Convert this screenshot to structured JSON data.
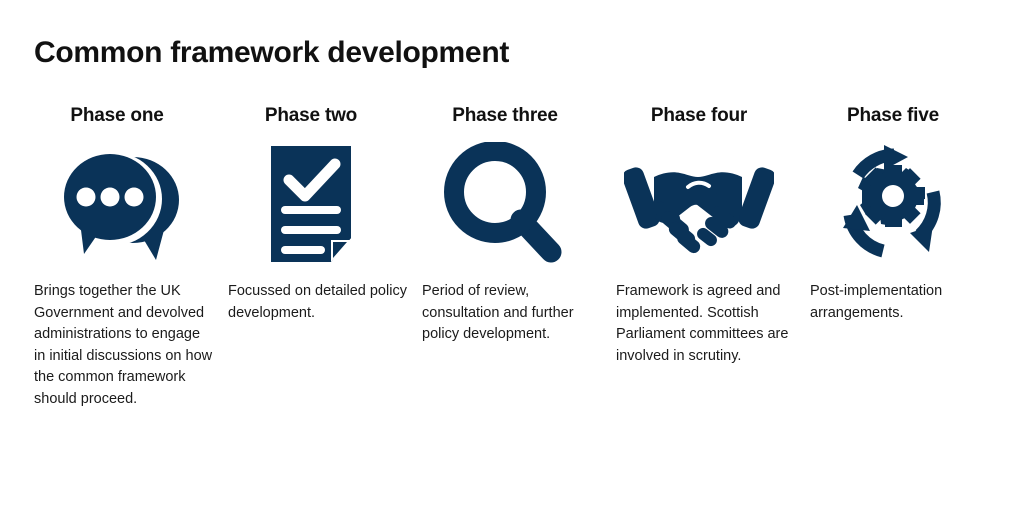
{
  "header": {
    "title": "Common framework development"
  },
  "theme": {
    "icon_navy": "#0A3358",
    "title_color": "#111111",
    "body_color": "#1b1b1b",
    "background": "#ffffff"
  },
  "phases": [
    {
      "heading": "Phase one",
      "icon": "speech-bubbles-icon",
      "description": "Brings together the UK Government and devolved administrations to engage in initial discussions on how the common framework should proceed."
    },
    {
      "heading": "Phase two",
      "icon": "document-checklist-icon",
      "description": "Focussed on detailed policy development."
    },
    {
      "heading": "Phase three",
      "icon": "magnifying-glass-icon",
      "description": "Period of review, consultation and further policy development."
    },
    {
      "heading": "Phase four",
      "icon": "handshake-icon",
      "description": "Framework is agreed and implemented. Scottish Parliament committees are involved in scrutiny."
    },
    {
      "heading": "Phase five",
      "icon": "cycle-gear-icon",
      "description": "Post-implementation arrangements."
    }
  ]
}
